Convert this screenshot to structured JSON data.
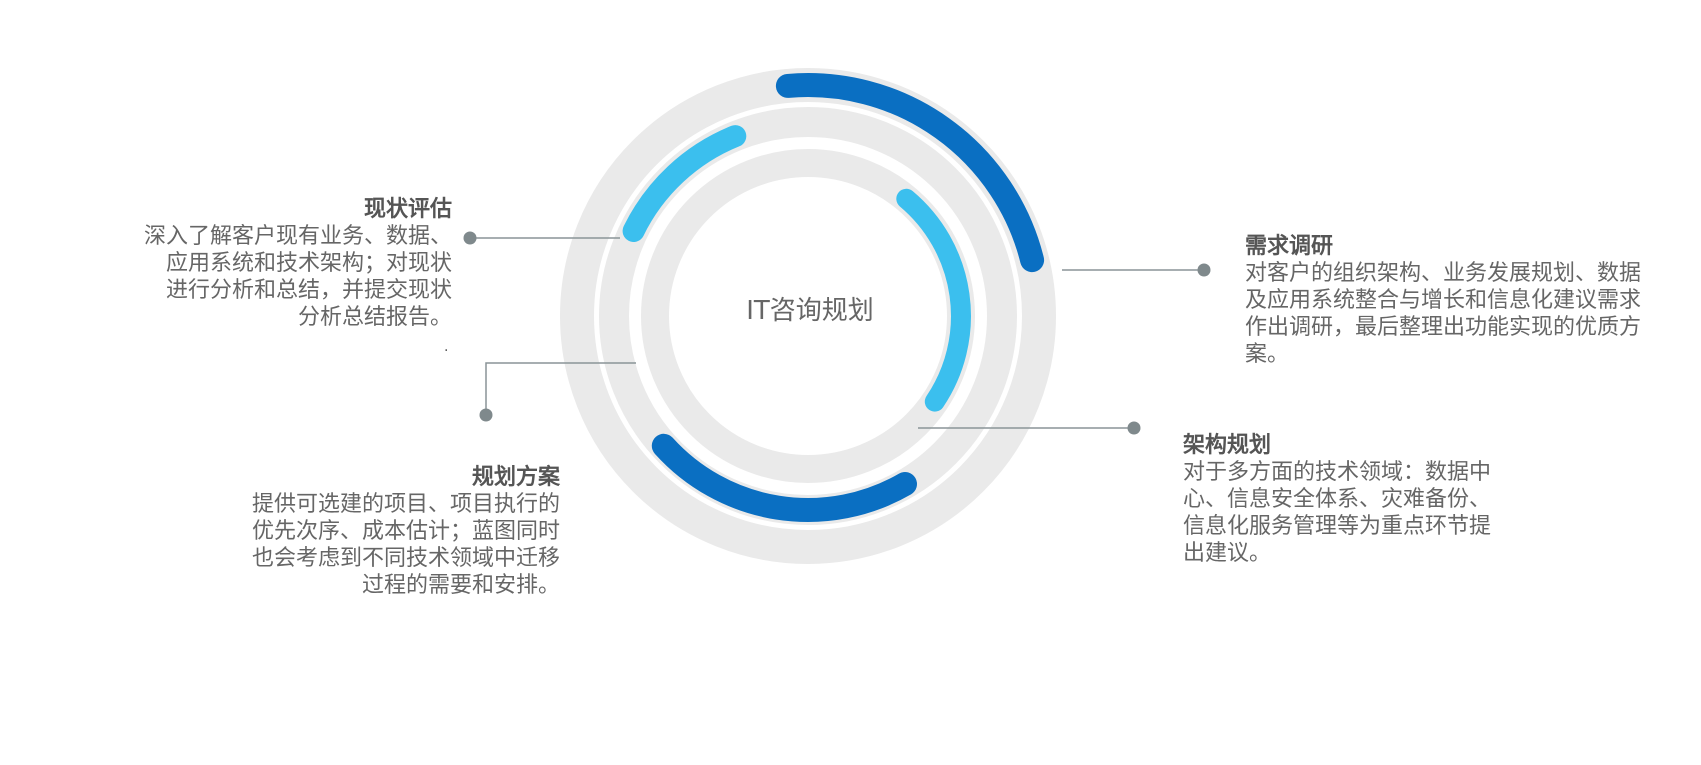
{
  "center": {
    "title": "IT咨询规划"
  },
  "blocks": {
    "status_assessment": {
      "title": "现状评估",
      "description": "深入了解客户现有业务、数据、\n应用系统和技术架构；对现状\n进行分析和总结，并提交现状\n分析总结报告。"
    },
    "requirements_research": {
      "title": "需求调研",
      "description": "对客户的组织架构、业务发展规划、数据\n及应用系统整合与增长和信息化建议需求\n作出调研，最后整理出功能实现的优质方\n案。"
    },
    "architecture_planning": {
      "title": "架构规划",
      "description": "对于多方面的技术领域：数据中\n心、信息安全体系、灾难备份、\n信息化服务管理等为重点环节提\n出建议。"
    },
    "planning_solution": {
      "title": "规划方案",
      "description": "提供可选建的项目、项目执行的\n优先次序、成本估计；蓝图同时\n也会考虑到不同技术领域中迁移\n过程的需要和安排。"
    },
    "stray_mark": "."
  },
  "colors": {
    "ring_background": "#eaeaea",
    "arc_dark_blue": "#0a6fc2",
    "arc_light_blue": "#3bbfee",
    "connector_line": "#8a9497",
    "connector_dot": "#7f898c",
    "title_text": "#555555",
    "body_text": "#666666"
  }
}
